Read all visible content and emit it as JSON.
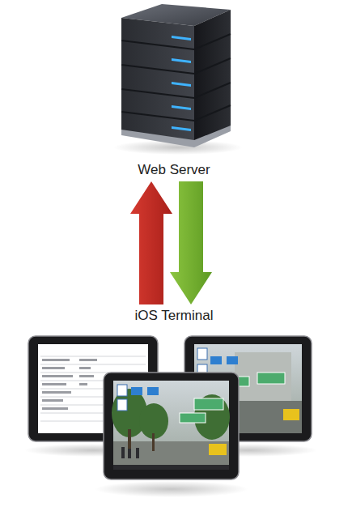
{
  "diagram": {
    "nodes": [
      {
        "text": [
          "Web Server"
        ]
      },
      {
        "text": [
          "iOS Terminal"
        ]
      }
    ],
    "edges": [
      {
        "from": 1,
        "to": 0,
        "arrow": "to"
      },
      {
        "from": 0,
        "to": 1,
        "arrow": "to"
      }
    ]
  }
}
